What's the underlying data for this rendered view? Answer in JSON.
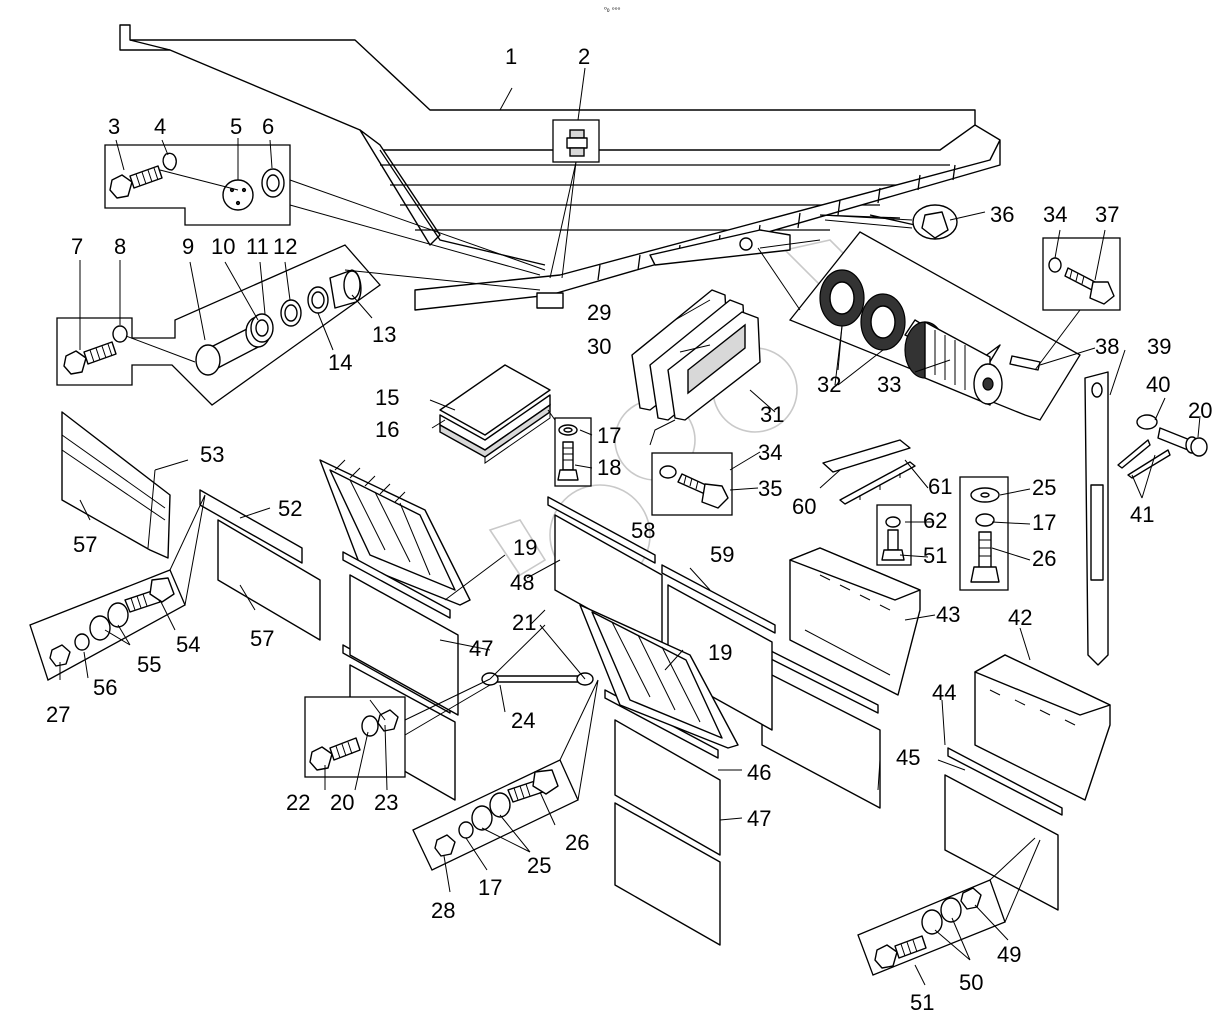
{
  "header": {
    "mark": "⁰₀ ᵒᵒᵒ"
  },
  "callouts": {
    "c1": "1",
    "c2": "2",
    "c3": "3",
    "c4": "4",
    "c5": "5",
    "c6": "6",
    "c7": "7",
    "c8": "8",
    "c9": "9",
    "c10": "10",
    "c11": "11",
    "c12": "12",
    "c13": "13",
    "c14": "14",
    "c15": "15",
    "c16": "16",
    "c17a": "17",
    "c17b": "17",
    "c17c": "17",
    "c18": "18",
    "c19a": "19",
    "c19b": "19",
    "c20a": "20",
    "c20b": "20",
    "c21": "21",
    "c22": "22",
    "c23": "23",
    "c24": "24",
    "c25a": "25",
    "c25b": "25",
    "c26a": "26",
    "c26b": "26",
    "c27": "27",
    "c28": "28",
    "c29": "29",
    "c30": "30",
    "c31": "31",
    "c32": "32",
    "c33": "33",
    "c34a": "34",
    "c34b": "34",
    "c35": "35",
    "c36": "36",
    "c37": "37",
    "c38": "38",
    "c39": "39",
    "c40": "40",
    "c41": "41",
    "c42": "42",
    "c43": "43",
    "c44": "44",
    "c45": "45",
    "c46": "46",
    "c47a": "47",
    "c47b": "47",
    "c48": "48",
    "c49": "49",
    "c50": "50",
    "c51a": "51",
    "c51b": "51",
    "c52": "52",
    "c53": "53",
    "c54": "54",
    "c55": "55",
    "c56": "56",
    "c57a": "57",
    "c57b": "57",
    "c58": "58",
    "c59": "59",
    "c60": "60",
    "c61": "61",
    "c62": "62"
  }
}
